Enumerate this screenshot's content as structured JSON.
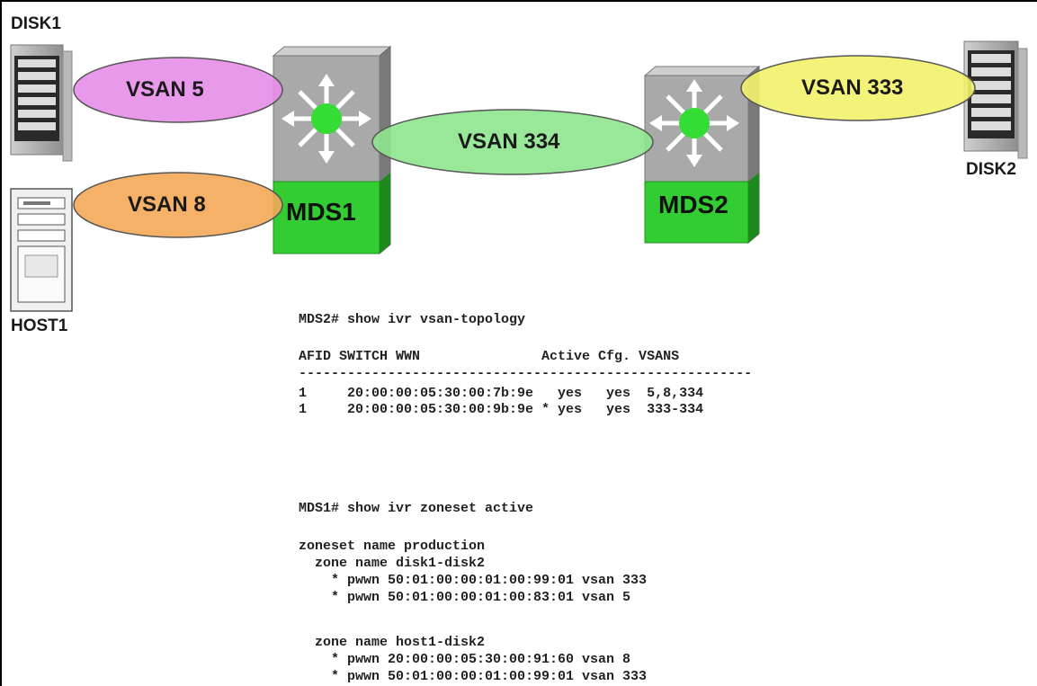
{
  "devices": {
    "disk1_label": "DISK1",
    "disk2_label": "DISK2",
    "host1_label": "HOST1",
    "mds1_label": "MDS1",
    "mds2_label": "MDS2"
  },
  "vsans": {
    "vsan5": "VSAN 5",
    "vsan8": "VSAN 8",
    "vsan334": "VSAN 334",
    "vsan333": "VSAN 333"
  },
  "colors": {
    "switch_green": "#33cc33",
    "switch_gray": "#a9a9a9",
    "vsan5_fill": "#e58ee8",
    "vsan8_fill": "#f3a957",
    "vsan334_fill": "#8ee68e",
    "vsan333_fill": "#f2f26a"
  },
  "cli": {
    "topology_command": "MDS2# show ivr vsan-topology",
    "topology_header": "AFID SWITCH WWN               Active Cfg. VSANS",
    "topology_separator": "--------------------------------------------------------",
    "topology_rows": [
      "1     20:00:00:05:30:00:7b:9e   yes   yes  5,8,334",
      "1     20:00:00:05:30:00:9b:9e * yes   yes  333-334"
    ],
    "zoneset_command": "MDS1# show ivr zoneset active",
    "zoneset_lines": [
      "zoneset name production",
      "  zone name disk1-disk2",
      "    * pwwn 50:01:00:00:01:00:99:01 vsan 333",
      "    * pwwn 50:01:00:00:01:00:83:01 vsan 5",
      "",
      "  zone name host1-disk2",
      "    * pwwn 20:00:00:05:30:00:91:60 vsan 8",
      "    * pwwn 50:01:00:00:01:00:99:01 vsan 333"
    ]
  }
}
